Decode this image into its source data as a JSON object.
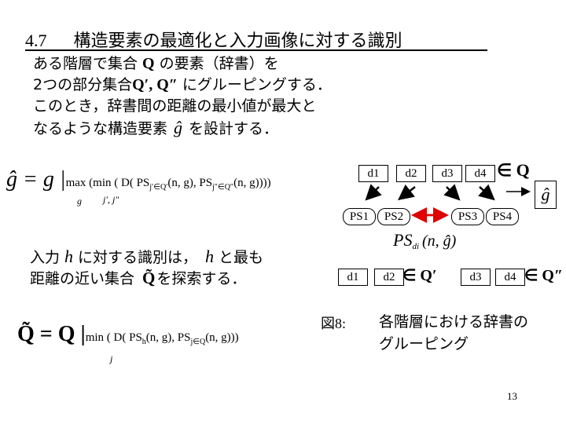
{
  "slide": {
    "number": "4.7",
    "title": "構造要素の最適化と入力画像に対する識別",
    "page": "13"
  },
  "intro": {
    "line1_a": "ある階層で集合",
    "line1_q": "Q",
    "line1_b": "の要素（辞書）を",
    "line2_a": "2つの部分集合",
    "line2_q": "Q′, Q″",
    "line2_b": "にグルーピングする．",
    "line3": "このとき，辞書間の距離の最小値が最大と",
    "line4_a": "なるような構造要素",
    "line4_g": "ĝ",
    "line4_b": "を設計する．"
  },
  "formula1": {
    "lhs": "ĝ = g |",
    "expr": "max (min ( D( PS",
    "sub1": "j′∈Q′",
    "mid": "(n, g), PS",
    "sub2": "j″∈Q″",
    "end": "(n, g))))",
    "under_g": "g",
    "under_j": "j′, j″"
  },
  "identify": {
    "line1_a": "入力",
    "line1_h": "h",
    "line1_b": "に対する識別は，",
    "line1_h2": "h",
    "line1_c": "と最も",
    "line2_a": "距離の近い集合",
    "line2_q": "Q̃",
    "line2_b": "を探索する．"
  },
  "formula2": {
    "lhs": "Q̃ = Q |",
    "expr": "min ( D( PS",
    "sub1": "h",
    "mid": "(n, g), PS",
    "sub2": "j∈Q",
    "end": "(n, g)))",
    "under": "j"
  },
  "diagram": {
    "top_boxes": [
      "d1",
      "d2",
      "d3",
      "d4"
    ],
    "top_member": "∈ Q",
    "ghat": "ĝ",
    "ps_boxes": [
      "PS1",
      "PS2",
      "PS3",
      "PS4"
    ],
    "distance_label": "PS",
    "distance_sub": "di",
    "distance_args": "(n, ĝ)",
    "bottom_left": [
      "d1",
      "d2"
    ],
    "bottom_left_member": "∈ Q′",
    "bottom_right": [
      "d3",
      "d4"
    ],
    "bottom_right_member": "∈ Q″",
    "arrow_color": "#e00000"
  },
  "caption": {
    "label": "図8:",
    "line1": "各階層における辞書の",
    "line2": "グルーピング"
  }
}
